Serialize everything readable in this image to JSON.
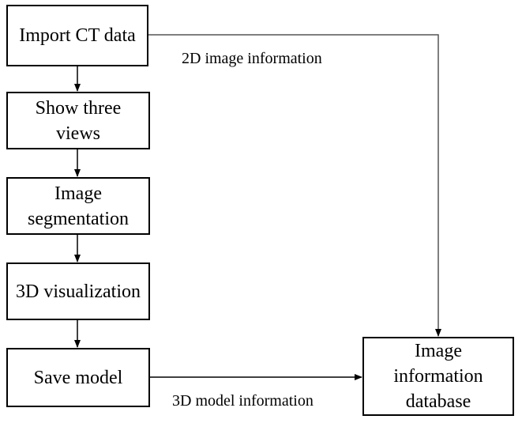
{
  "colors": {
    "stroke": "#000000",
    "connector": "#555555",
    "background": "#ffffff"
  },
  "nodes": {
    "import_ct": "Import CT data",
    "three_views": "Show three views",
    "segmentation": "Image segmentation",
    "visualization": "3D visualization",
    "save_model": "Save model",
    "database": "Image information database"
  },
  "edges": {
    "two_d_label": "2D image information",
    "three_d_label": "3D model information"
  }
}
